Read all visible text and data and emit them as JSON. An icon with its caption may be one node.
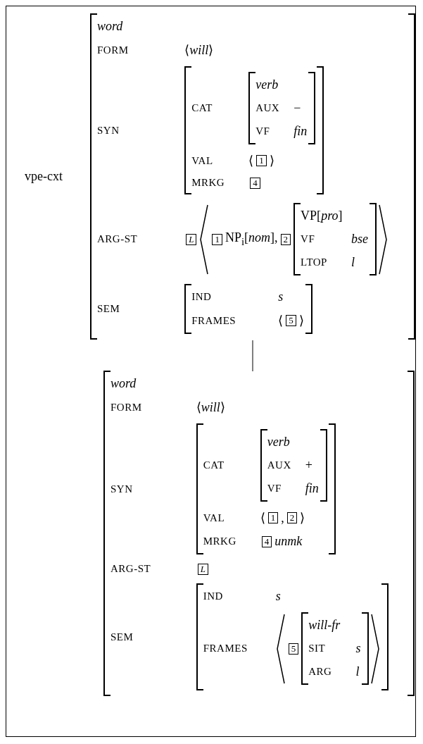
{
  "diagram": {
    "nodes": [
      {
        "text": [
          "vpe-cxt"
        ]
      },
      {
        "text": [
          "word",
          "FORM",
          "⟨*will*⟩",
          "SYN",
          "ARG-ST",
          "NP$_{i}$[*nom*],",
          "SEM"
        ],
        "in": 0
      },
      {
        "text": [
          "CAT",
          "VAL",
          "⟨",
          "⟩",
          "MRKG"
        ],
        "in": 1
      },
      {
        "text": [
          "verb",
          "AUX",
          "−",
          "VF",
          "fin"
        ],
        "in": 2
      },
      {
        "text": [
          "1"
        ],
        "in": 2
      },
      {
        "text": [
          "4"
        ],
        "in": 2
      },
      {
        "text": [
          "L"
        ],
        "in": 1
      },
      {
        "text": [
          "1"
        ],
        "in": 1
      },
      {
        "text": [
          "2"
        ],
        "in": 1
      },
      {
        "text": [
          "VP[*pro*]",
          "VF",
          "bse",
          "LTOP",
          "l"
        ],
        "in": 1
      },
      {
        "text": [
          "IND",
          "s",
          "FRAMES",
          "⟨",
          "⟩"
        ],
        "in": 1
      },
      {
        "text": [
          "5"
        ],
        "in": 10
      },
      {
        "text": [
          "word",
          "FORM",
          "⟨*will*⟩",
          "SYN",
          "ARG-ST",
          "SEM"
        ],
        "in": 0
      },
      {
        "text": [
          "CAT",
          "VAL",
          "⟨",
          ",",
          "⟩",
          "MRKG",
          "unmk"
        ],
        "in": 12
      },
      {
        "text": [
          "verb",
          "AUX",
          "+",
          "VF",
          "fin"
        ],
        "in": 13
      },
      {
        "text": [
          "1"
        ],
        "in": 13
      },
      {
        "text": [
          "2"
        ],
        "in": 13
      },
      {
        "text": [
          "4"
        ],
        "in": 13
      },
      {
        "text": [
          "L"
        ],
        "in": 12
      },
      {
        "text": [
          "IND",
          "s",
          "FRAMES"
        ],
        "in": 12
      },
      {
        "text": [
          "5"
        ],
        "in": 19
      },
      {
        "text": [
          "will-fr",
          "SIT",
          "s",
          "ARG",
          "l"
        ],
        "in": 19
      }
    ],
    "edges": [
      {
        "from": 1,
        "to": 12,
        "arrow": "none"
      }
    ]
  }
}
